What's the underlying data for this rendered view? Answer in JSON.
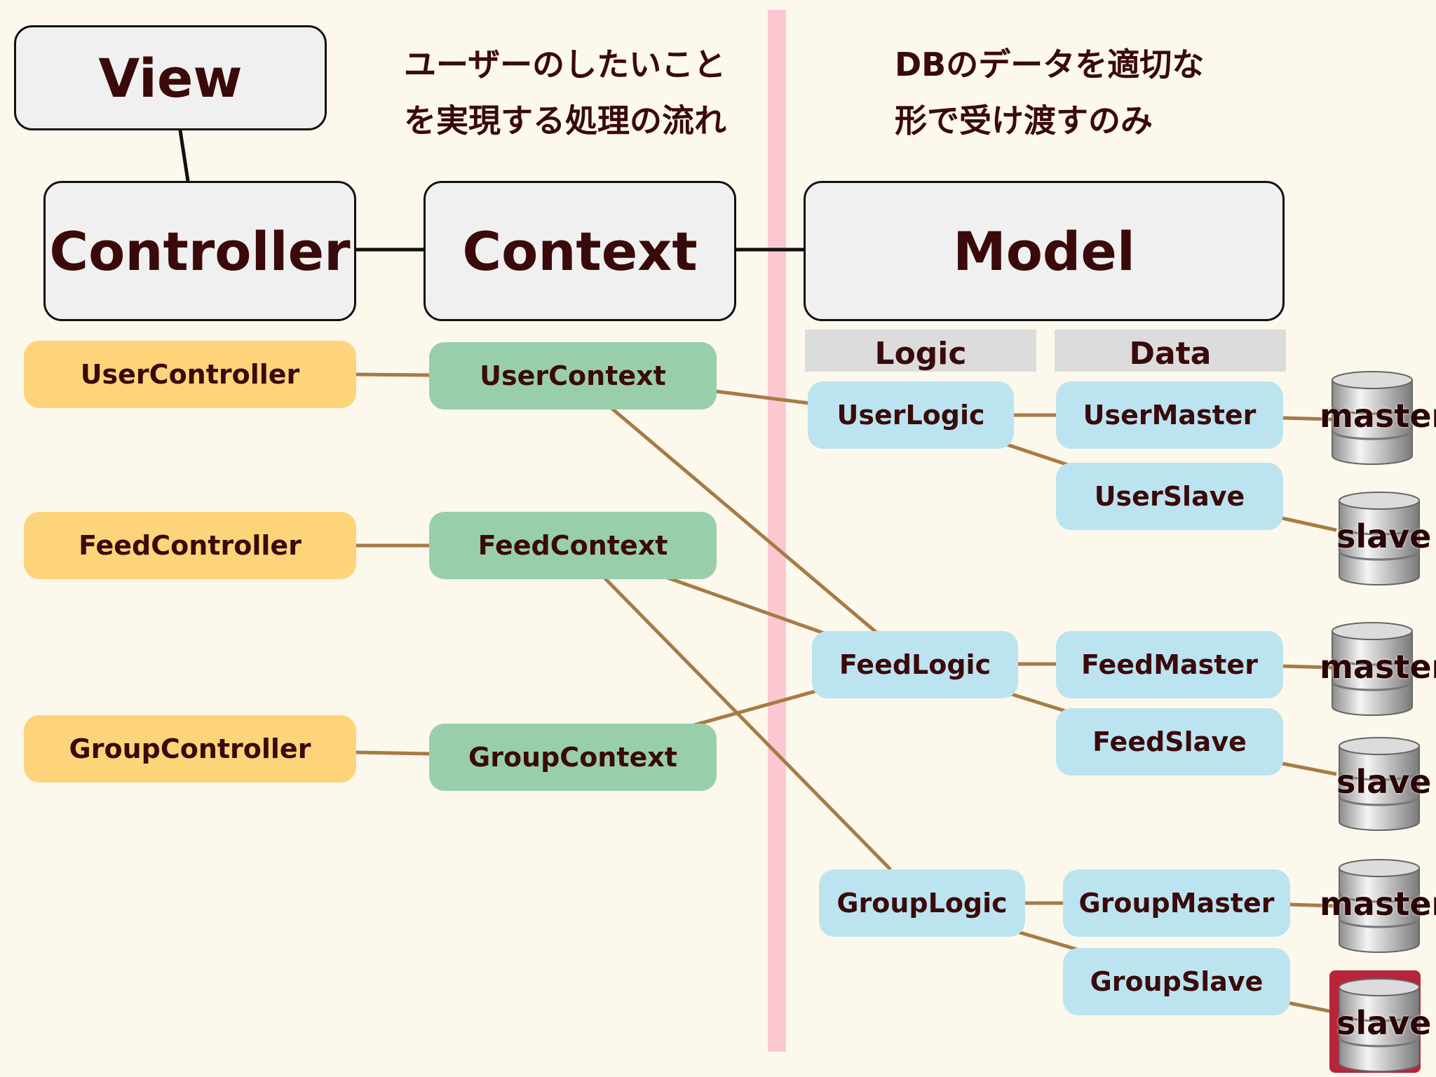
{
  "layers": {
    "view": "View",
    "controller": "Controller",
    "context": "Context",
    "model": "Model"
  },
  "notes": {
    "context_line1": "ユーザーのしたいこと",
    "context_line2": "を実現する処理の流れ",
    "model_line1": "DBのデータを適切な",
    "model_line2": "形で受け渡すのみ"
  },
  "model_headers": {
    "logic": "Logic",
    "data": "Data"
  },
  "controllers": [
    "UserController",
    "FeedController",
    "GroupController"
  ],
  "contexts": [
    "UserContext",
    "FeedContext",
    "GroupContext"
  ],
  "logics": [
    "UserLogic",
    "FeedLogic",
    "GroupLogic"
  ],
  "data": {
    "user_master": "UserMaster",
    "user_slave": "UserSlave",
    "feed_master": "FeedMaster",
    "feed_slave": "FeedSlave",
    "group_master": "GroupMaster",
    "group_slave": "GroupSlave"
  },
  "databases": [
    "master",
    "slave",
    "master",
    "slave",
    "master",
    "slave"
  ],
  "colors": {
    "background": "#fcf8ec",
    "controller": "#fdd47a",
    "context": "#98cfaa",
    "model_item": "#bce4f0",
    "connector": "#a87a45",
    "divider": "#fbc8d2",
    "highlight": "#b8243a"
  }
}
